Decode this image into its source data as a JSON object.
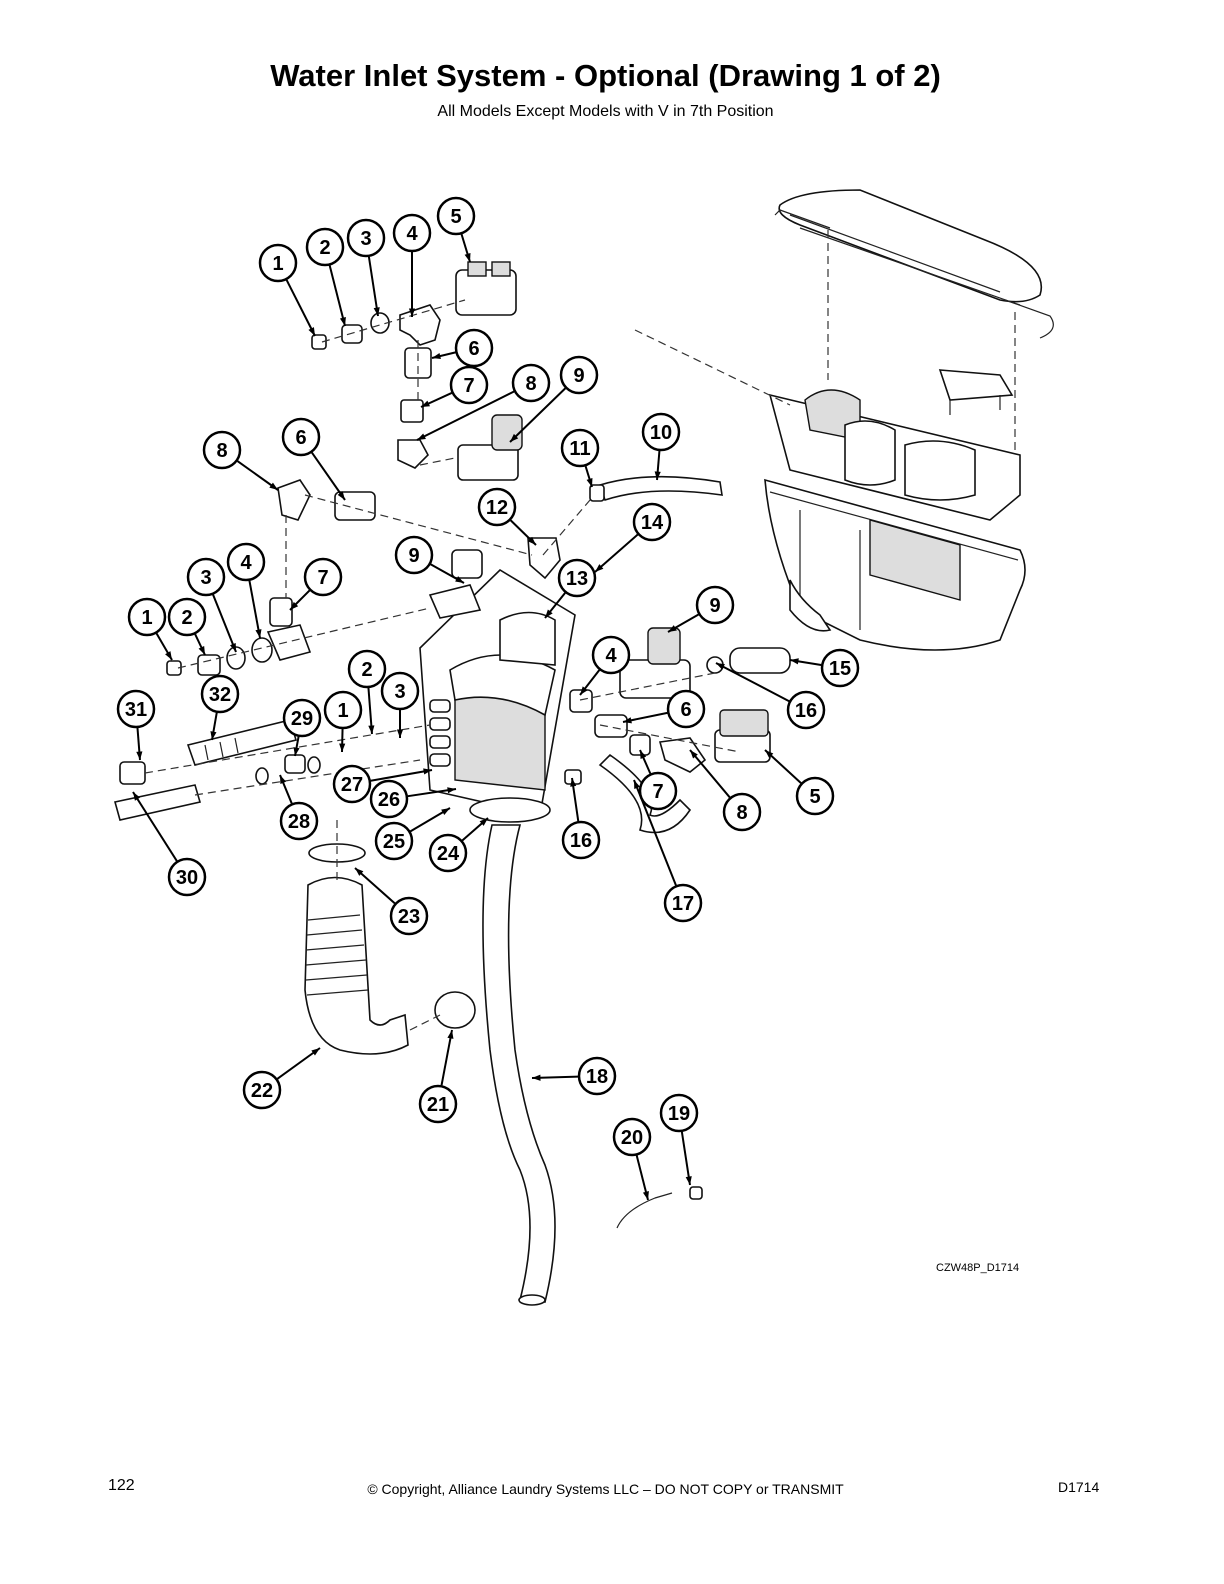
{
  "header": {
    "title": "Water Inlet System - Optional (Drawing 1 of 2)",
    "subtitle": "All Models Except Models with V in 7th Position"
  },
  "diagram": {
    "drawing_code": "CZW48P_D1714",
    "callouts": [
      {
        "label": "1"
      },
      {
        "label": "2"
      },
      {
        "label": "3"
      },
      {
        "label": "4"
      },
      {
        "label": "5"
      },
      {
        "label": "6"
      },
      {
        "label": "7"
      },
      {
        "label": "8"
      },
      {
        "label": "9"
      },
      {
        "label": "10"
      },
      {
        "label": "11"
      },
      {
        "label": "12"
      },
      {
        "label": "8"
      },
      {
        "label": "6"
      },
      {
        "label": "14"
      },
      {
        "label": "9"
      },
      {
        "label": "13"
      },
      {
        "label": "3"
      },
      {
        "label": "4"
      },
      {
        "label": "7"
      },
      {
        "label": "1"
      },
      {
        "label": "2"
      },
      {
        "label": "9"
      },
      {
        "label": "4"
      },
      {
        "label": "15"
      },
      {
        "label": "16"
      },
      {
        "label": "6"
      },
      {
        "label": "5"
      },
      {
        "label": "8"
      },
      {
        "label": "7"
      },
      {
        "label": "16"
      },
      {
        "label": "17"
      },
      {
        "label": "31"
      },
      {
        "label": "32"
      },
      {
        "label": "29"
      },
      {
        "label": "1"
      },
      {
        "label": "2"
      },
      {
        "label": "3"
      },
      {
        "label": "27"
      },
      {
        "label": "26"
      },
      {
        "label": "28"
      },
      {
        "label": "25"
      },
      {
        "label": "24"
      },
      {
        "label": "30"
      },
      {
        "label": "23"
      },
      {
        "label": "22"
      },
      {
        "label": "21"
      },
      {
        "label": "18"
      },
      {
        "label": "20"
      },
      {
        "label": "19"
      }
    ]
  },
  "footer": {
    "page_number": "122",
    "copyright": "© Copyright, Alliance Laundry Systems LLC – DO NOT COPY or TRANSMIT",
    "doc_code": "D1714"
  }
}
